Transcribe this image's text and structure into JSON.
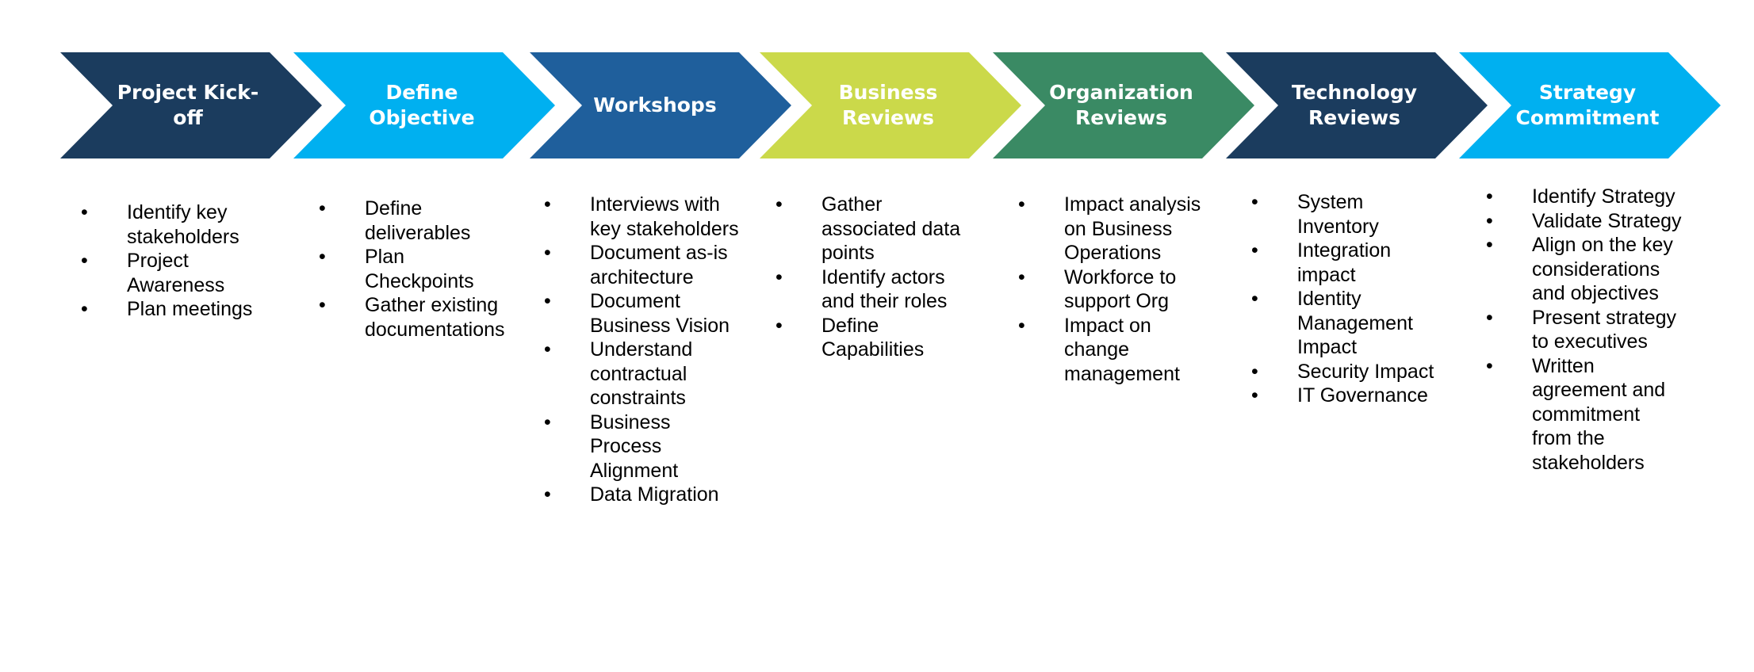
{
  "stages": [
    {
      "title": "Project Kick-off",
      "color": "#1b3c5e",
      "items": [
        "Identify key stakeholders",
        "Project Awareness",
        "Plan meetings"
      ]
    },
    {
      "title": "Define Objective",
      "color": "#00b0f0",
      "items": [
        "Define deliverables",
        "Plan Checkpoints",
        "Gather existing documentations"
      ]
    },
    {
      "title": "Workshops",
      "color": "#1f5f9c",
      "items": [
        "Interviews with key stakeholders",
        "Document as-is architecture",
        "Document Business Vision",
        "Understand contractual constraints",
        "Business Process Alignment",
        "Data Migration"
      ]
    },
    {
      "title": "Business Reviews",
      "color": "#cbd94a",
      "items": [
        "Gather associated data points",
        "Identify actors and their roles",
        "Define Capabilities"
      ]
    },
    {
      "title": "Organization Reviews",
      "color": "#3a8a64",
      "items": [
        "Impact analysis on Business Operations",
        "Workforce to support Org",
        "Impact on change management"
      ]
    },
    {
      "title": "Technology Reviews",
      "color": "#1b3c5e",
      "items": [
        "System Inventory",
        "Integration impact",
        "Identity Management Impact",
        "Security Impact",
        "IT Governance"
      ]
    },
    {
      "title": "Strategy Commitment",
      "color": "#00b0f0",
      "items": [
        "Identify Strategy",
        "Validate Strategy",
        "Align on the key considerations and objectives",
        "Present strategy to executives",
        "Written agreement and commitment from the stakeholders"
      ]
    }
  ]
}
